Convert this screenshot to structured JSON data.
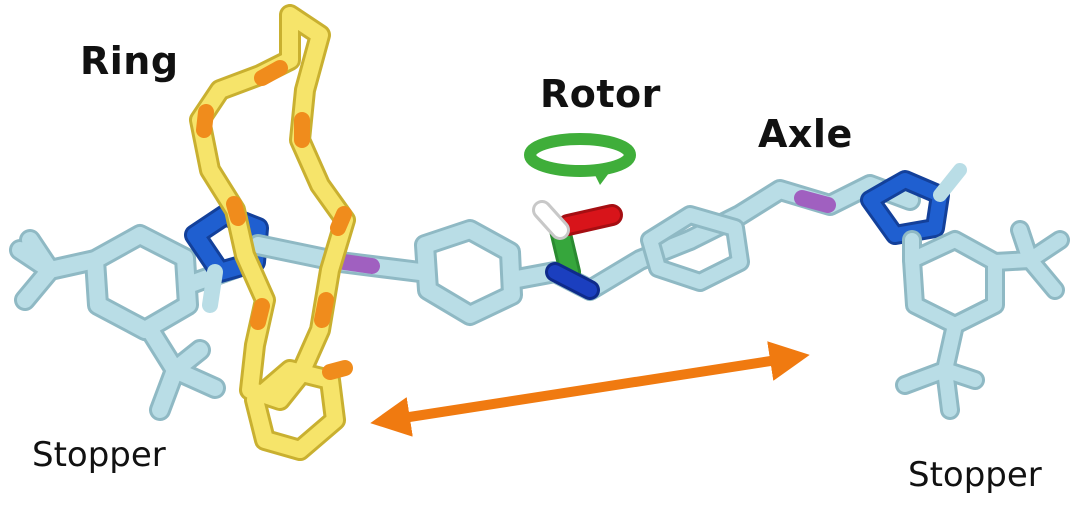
{
  "labels": {
    "ring": "Ring",
    "rotor": "Rotor",
    "axle": "Axle",
    "stopper_left": "Stopper",
    "stopper_right": "Stopper"
  },
  "colors": {
    "carbon": "#b9dde6",
    "carbon_shade": "#8fb9c4",
    "nitrogen": "#1f5fd0",
    "oxygen": "#d8141a",
    "hydrogen": "#ffffff",
    "sulfur": "#a060c0",
    "ring_carbon": "#f6e46a",
    "ring_oxygen": "#f08c1c",
    "rotor_carbon": "#36a63c",
    "rotor_arrow": "#3fae3a",
    "shuttle_arrow": "#f07a10"
  }
}
